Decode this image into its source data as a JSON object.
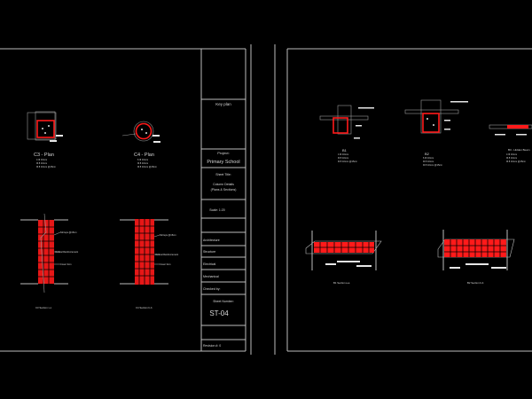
{
  "title_block": {
    "key_plan": "Key plan",
    "project_label": "Project:",
    "project": "Primary School",
    "sheet_title_label": "Sheet Title:",
    "sheet_title_1": "Column Details",
    "sheet_title_2": "(Plans & Sections)",
    "scale": "Scale: 1:20",
    "architecture": "Architecture",
    "structure": "Structure",
    "electrical": "Electrical",
    "mechanical": "Mechanical",
    "checked_by": "Checked by:",
    "sheet_number_label": "Sheet Number:",
    "sheet_number": "ST-04",
    "revision": "Revision #: 0"
  },
  "left_sheet": {
    "c3_plan": {
      "title": "C3 - Plan",
      "notes": [
        "4 Φ 16mm",
        "Φ 8 10mm",
        "Φ 8 10mm @15cm"
      ]
    },
    "c4_plan": {
      "title": "C4 - Plan",
      "notes": [
        "6 Φ 16mm",
        "Φ 8 10mm",
        "Φ 8 10mm @15cm"
      ]
    },
    "c3_section": {
      "title": "C3 Section x-x",
      "labels": [
        "Stirrups @15cm",
        "Vertical Reinforcement",
        "Cover 3cm"
      ]
    },
    "c4_section": {
      "title": "C4 Section b-b",
      "labels": [
        "Stirrups @15cm",
        "Vertical Reinforcement",
        "Cover 3cm"
      ]
    }
  },
  "right_sheet": {
    "b1": {
      "title": "B1",
      "notes": [
        "4 Φ 16mm",
        "Φ 8 10mm",
        "Φ 8 10mm @15cm"
      ]
    },
    "b2": {
      "title": "B2",
      "notes": [
        "6 Φ 16mm",
        "Φ 8 10mm",
        "Φ 8 10mm @15cm"
      ]
    },
    "b3": {
      "title": "B3 - Hidden Beam",
      "notes": [
        "4 Φ 16mm",
        "Φ 8 10mm",
        "Φ 8 10mm @15cm"
      ]
    },
    "b1_section": {
      "title": "B1 Section a-a"
    },
    "b2_section": {
      "title": "B2 Section b-b"
    }
  },
  "colors": {
    "background": "#000000",
    "linework": "#bdbdbd",
    "reinforcement": "#ff1a1a"
  }
}
